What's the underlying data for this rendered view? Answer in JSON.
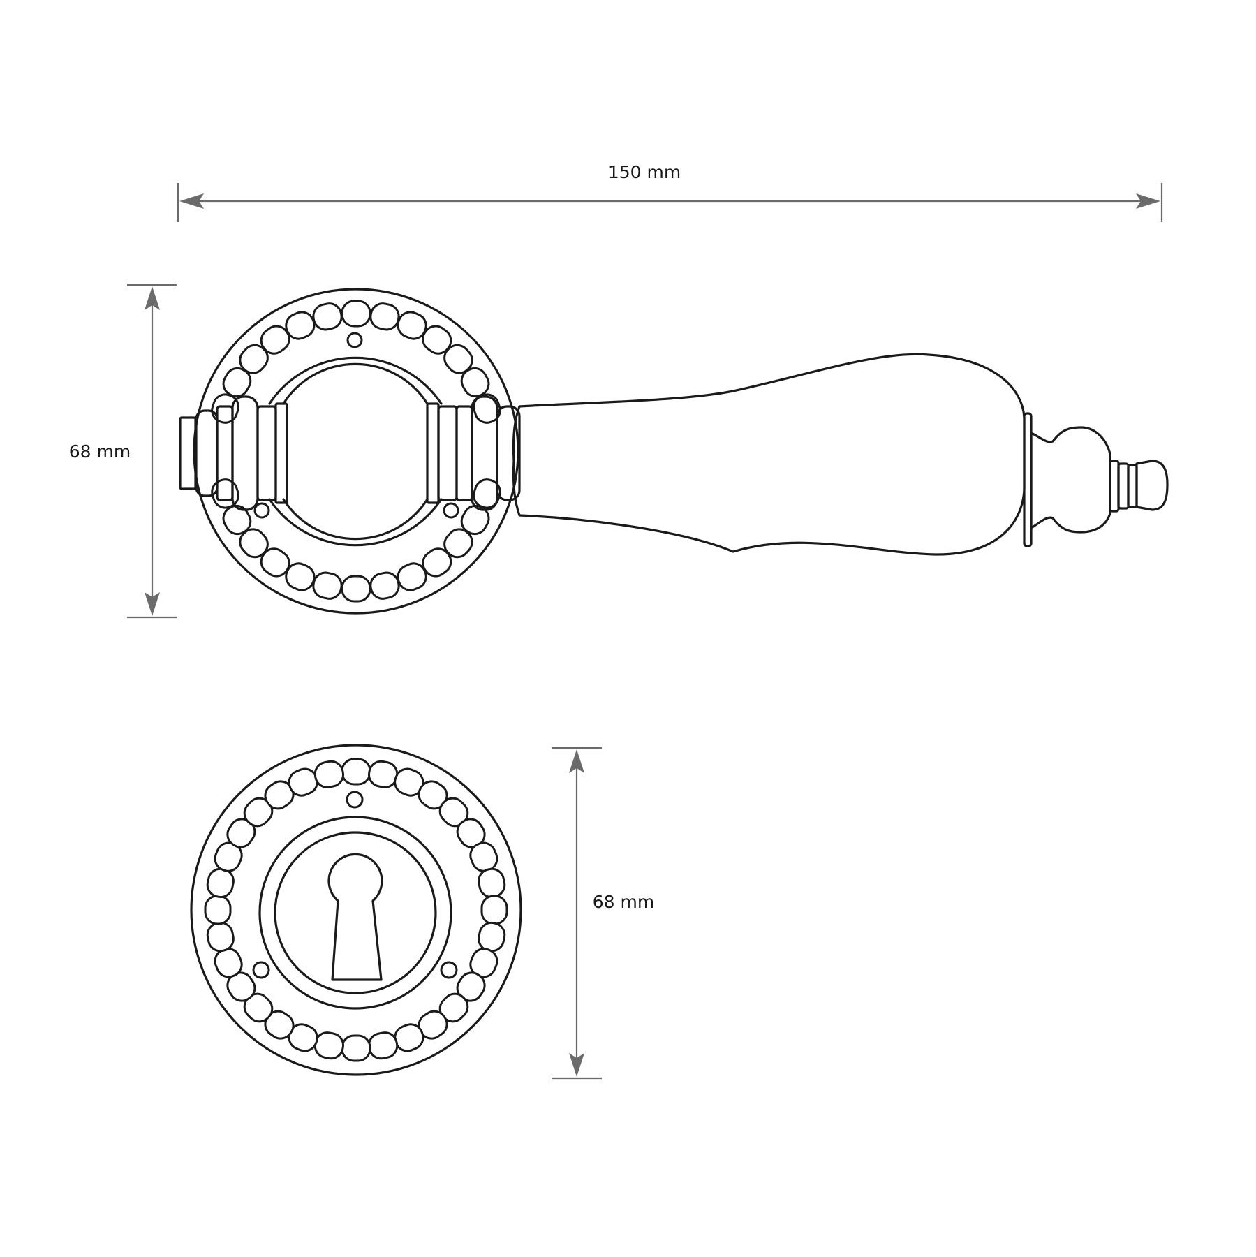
{
  "dimensions": {
    "lever_length": "150 mm",
    "rose_height": "68 mm",
    "escutcheon_height": "68 mm"
  },
  "colors": {
    "ink": "#1a1a1a",
    "dimension": "#6b6b6b",
    "background": "#ffffff"
  }
}
